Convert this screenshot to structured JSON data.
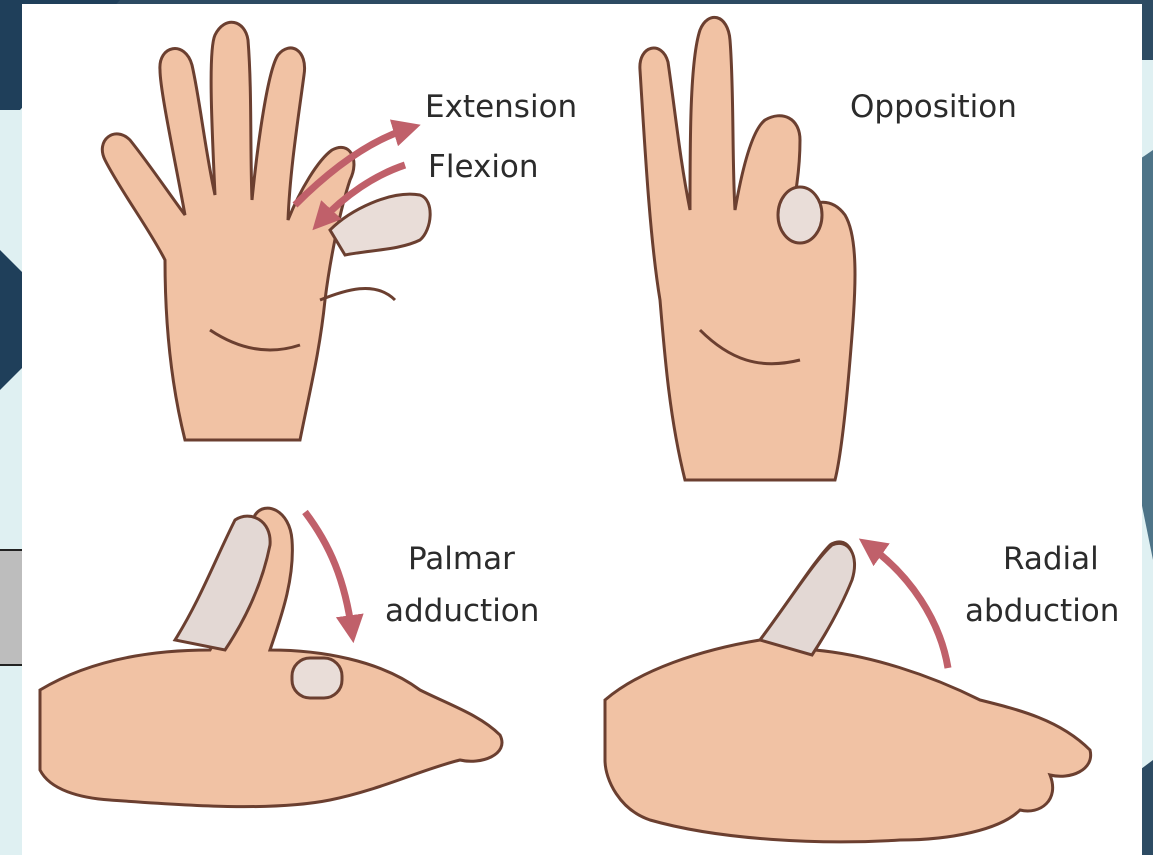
{
  "labels": {
    "extension": "Extension",
    "flexion": "Flexion",
    "opposition": "Opposition",
    "palmar_line1": "Palmar",
    "palmar_line2": "adduction",
    "radial_line1": "Radial",
    "radial_line2": "abduction"
  },
  "colors": {
    "skin": "#f1c2a4",
    "skin_shade": "#d99c80",
    "outline": "#6b3f30",
    "arrow": "#c0606a",
    "text": "#2b2b2b",
    "slide_dark": "#1f3f5a",
    "slide_light": "#dff0f2",
    "slide_mid": "#7faabb"
  },
  "icons": [
    "arrow-icon"
  ]
}
